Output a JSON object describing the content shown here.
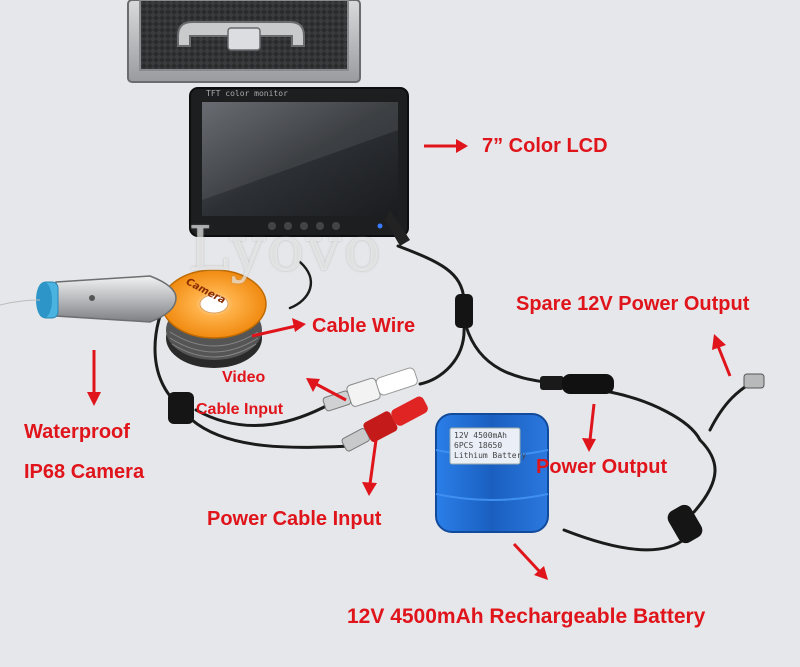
{
  "watermark": "Lyovo",
  "monitor": {
    "brand_text": "TFT color monitor"
  },
  "spool": {
    "label": "Camera"
  },
  "battery": {
    "sticker_lines": [
      "12V  4500mAh",
      "6PCS 18650",
      "Lithium Battery"
    ]
  },
  "labels": {
    "lcd": "7” Color LCD",
    "spare_power": "Spare 12V Power Output",
    "cable_wire": "Cable Wire",
    "video_1": "Video",
    "video_2": "Cable Input",
    "camera_1": "Waterproof",
    "camera_2": "IP68 Camera",
    "power_output": "Power Output",
    "power_cable_input": "Power Cable Input",
    "battery": "12V 4500mAh Rechargeable Battery"
  },
  "colors": {
    "label_red": "#e0141b",
    "battery_blue": "#1f6fd6",
    "background": "#e6e7ea"
  }
}
